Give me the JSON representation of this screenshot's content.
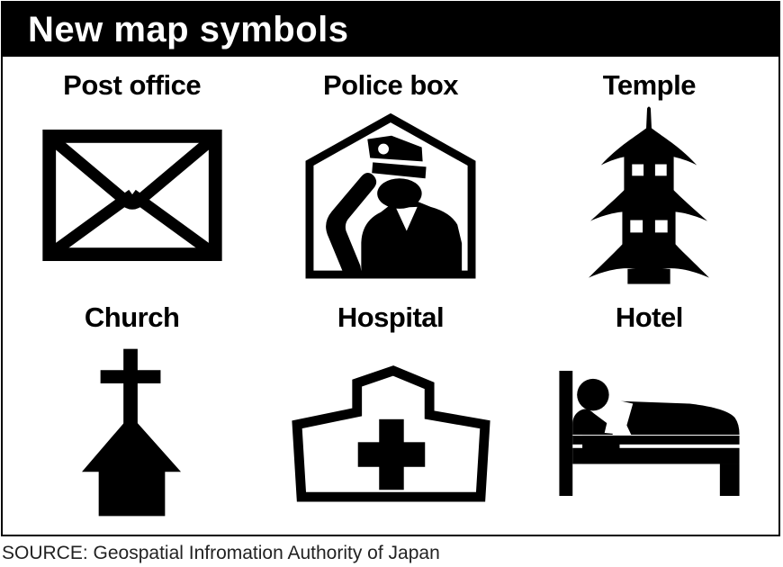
{
  "header": {
    "title": "New map symbols"
  },
  "colors": {
    "ink": "#000000",
    "paper": "#ffffff",
    "header_bg": "#000000",
    "header_text": "#ffffff",
    "source_text": "#222222"
  },
  "symbols": [
    {
      "label": "Post office",
      "icon": "envelope-icon"
    },
    {
      "label": "Police box",
      "icon": "saluting-officer-in-house-icon"
    },
    {
      "label": "Temple",
      "icon": "pagoda-icon"
    },
    {
      "label": "Church",
      "icon": "cross-on-church-icon"
    },
    {
      "label": "Hospital",
      "icon": "building-with-cross-icon"
    },
    {
      "label": "Hotel",
      "icon": "person-sleeping-in-bed-icon"
    }
  ],
  "source": {
    "text": "SOURCE: Geospatial Infromation Authority of Japan"
  }
}
